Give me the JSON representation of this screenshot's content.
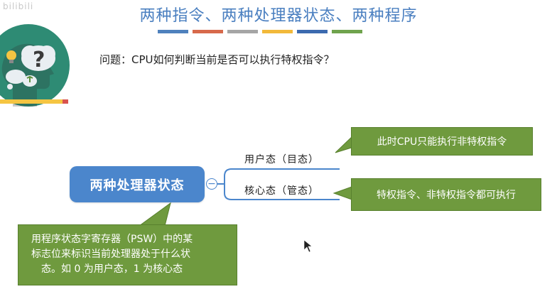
{
  "watermark": "bilibili",
  "title": "两种指令、两种处理器状态、两种程序",
  "accent_colors": [
    "#4f81bd",
    "#d7694b",
    "#a5a5a5",
    "#f2b93a",
    "#3c6aaf",
    "#6fa34d"
  ],
  "question": "问题：CPU如何判断当前是否可以执行特权指令？",
  "mindmap": {
    "center": "两种处理器状态",
    "collapse_symbol": "−",
    "branches": [
      {
        "label": "用户态（目态）",
        "note": "此时CPU只能执行非特权指令"
      },
      {
        "label": "核心态（管态）",
        "note": "特权指令、非特权指令都可执行"
      }
    ],
    "center_note": [
      "用程序状态字寄存器（PSW）中的某",
      "标志位来标识当前处理器处于什么状",
      "态。如 0 为用户态，1 为核心态"
    ]
  },
  "icons": [
    "thinking-head-icon",
    "question-mark-icon",
    "lightbulb-icon",
    "mouse-cursor-icon"
  ]
}
